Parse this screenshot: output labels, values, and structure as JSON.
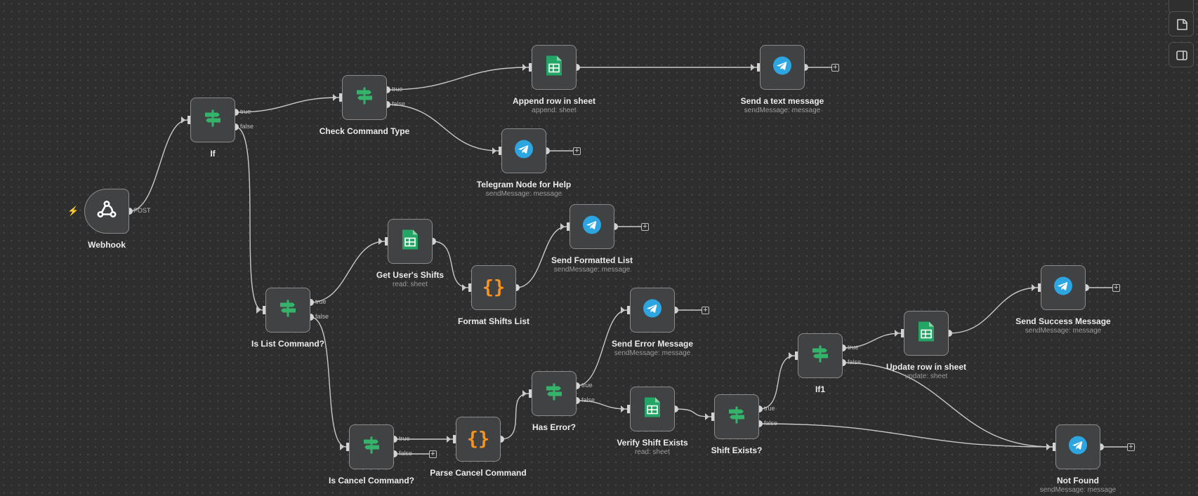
{
  "colors": {
    "canvas_background": "#2e2e2e",
    "node_background": "#414244",
    "node_border": "#8a8a8a",
    "connection": "#c8c8c8",
    "if_icon": "#35b36b",
    "sheets_icon": "#23a566",
    "telegram_icon": "#2ca5e0",
    "code_icon": "#f7931e",
    "trigger_bolt": "#ff6d5a"
  },
  "canvas": {
    "webhook_method_label": "POST",
    "true_label": "true",
    "false_label": "false",
    "add_button_symbol": "+",
    "trigger_icon": "lightning-bolt-icon"
  },
  "nodes": [
    {
      "key": "webhook",
      "label": "Webhook",
      "subtitle": "",
      "icon": "webhook-icon"
    },
    {
      "key": "if",
      "label": "If",
      "subtitle": "",
      "icon": "if-signpost-icon"
    },
    {
      "key": "check_command_type",
      "label": "Check Command Type",
      "subtitle": "",
      "icon": "if-signpost-icon"
    },
    {
      "key": "append_row",
      "label": "Append row in sheet",
      "subtitle": "append: sheet",
      "icon": "google-sheets-icon"
    },
    {
      "key": "send_text",
      "label": "Send a text message",
      "subtitle": "sendMessage: message",
      "icon": "telegram-icon"
    },
    {
      "key": "telegram_help",
      "label": "Telegram Node for Help",
      "subtitle": "sendMessage: message",
      "icon": "telegram-icon"
    },
    {
      "key": "get_shifts",
      "label": "Get User's Shifts",
      "subtitle": "read: sheet",
      "icon": "google-sheets-icon"
    },
    {
      "key": "send_formatted",
      "label": "Send Formatted List",
      "subtitle": "sendMessage: message",
      "icon": "telegram-icon"
    },
    {
      "key": "format_shifts",
      "label": "Format Shifts List",
      "subtitle": "",
      "icon": "code-braces-icon"
    },
    {
      "key": "is_list",
      "label": "Is List Command?",
      "subtitle": "",
      "icon": "if-signpost-icon"
    },
    {
      "key": "send_error",
      "label": "Send Error Message",
      "subtitle": "sendMessage: message",
      "icon": "telegram-icon"
    },
    {
      "key": "send_success",
      "label": "Send Success Message",
      "subtitle": "sendMessage: message",
      "icon": "telegram-icon"
    },
    {
      "key": "update_row",
      "label": "Update row in sheet",
      "subtitle": "update: sheet",
      "icon": "google-sheets-icon"
    },
    {
      "key": "if1",
      "label": "If1",
      "subtitle": "",
      "icon": "if-signpost-icon"
    },
    {
      "key": "has_error",
      "label": "Has Error?",
      "subtitle": "",
      "icon": "if-signpost-icon"
    },
    {
      "key": "verify_shift",
      "label": "Verify Shift Exists",
      "subtitle": "read: sheet",
      "icon": "google-sheets-icon"
    },
    {
      "key": "shift_exists",
      "label": "Shift Exists?",
      "subtitle": "",
      "icon": "if-signpost-icon"
    },
    {
      "key": "is_cancel",
      "label": "Is Cancel Command?",
      "subtitle": "",
      "icon": "if-signpost-icon"
    },
    {
      "key": "parse_cancel",
      "label": "Parse Cancel Command",
      "subtitle": "",
      "icon": "code-braces-icon"
    },
    {
      "key": "not_found",
      "label": "Not Found",
      "subtitle": "sendMessage: message",
      "icon": "telegram-icon"
    }
  ],
  "connections": [
    {
      "from": "webhook",
      "output": "POST",
      "to": "if"
    },
    {
      "from": "if",
      "output": "true",
      "to": "check_command_type"
    },
    {
      "from": "if",
      "output": "false",
      "to": "is_list"
    },
    {
      "from": "check_command_type",
      "output": "true",
      "to": "append_row"
    },
    {
      "from": "check_command_type",
      "output": "false",
      "to": "telegram_help"
    },
    {
      "from": "append_row",
      "output": "main",
      "to": "send_text"
    },
    {
      "from": "is_list",
      "output": "true",
      "to": "get_shifts"
    },
    {
      "from": "is_list",
      "output": "false",
      "to": "is_cancel"
    },
    {
      "from": "get_shifts",
      "output": "main",
      "to": "format_shifts"
    },
    {
      "from": "format_shifts",
      "output": "main",
      "to": "send_formatted"
    },
    {
      "from": "is_cancel",
      "output": "true",
      "to": "parse_cancel"
    },
    {
      "from": "parse_cancel",
      "output": "main",
      "to": "has_error"
    },
    {
      "from": "has_error",
      "output": "true",
      "to": "send_error"
    },
    {
      "from": "has_error",
      "output": "false",
      "to": "verify_shift"
    },
    {
      "from": "verify_shift",
      "output": "main",
      "to": "shift_exists"
    },
    {
      "from": "shift_exists",
      "output": "true",
      "to": "if1"
    },
    {
      "from": "shift_exists",
      "output": "false",
      "to": "not_found"
    },
    {
      "from": "if1",
      "output": "true",
      "to": "update_row"
    },
    {
      "from": "if1",
      "output": "false",
      "to": "not_found"
    },
    {
      "from": "update_row",
      "output": "main",
      "to": "send_success"
    }
  ],
  "sidebar": [
    {
      "name": "sticky-note-icon"
    },
    {
      "name": "toggle-panel-icon"
    }
  ]
}
